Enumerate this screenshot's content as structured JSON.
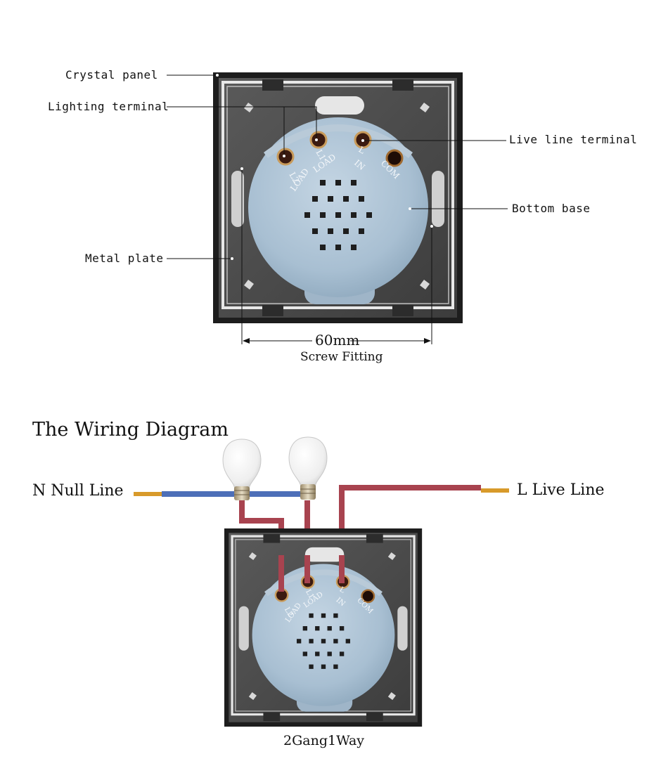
{
  "callouts": {
    "crystal_panel": "Crystal panel",
    "lighting_terminal": "Lighting terminal",
    "live_line_terminal": "Live line terminal",
    "bottom_base": "Bottom base",
    "metal_plate": "Metal plate"
  },
  "dimension": {
    "value": "60mm",
    "caption": "Screw Fitting"
  },
  "terminal_labels": {
    "l2": "L2",
    "l1": "L1",
    "load": "LOAD",
    "l": "L",
    "in": "IN",
    "com": "COM"
  },
  "wiring": {
    "title": "The Wiring Diagram",
    "null_line": "N Null Line",
    "live_line": "L Live Line",
    "caption": "2Gang1Way"
  },
  "colors": {
    "panel_frame": "#1d1d1d",
    "inner_plate": "#4a4a4a",
    "metal_plate_edge": "#e8e8e8",
    "base": "#aec4d6",
    "terminal": "#3a1a10",
    "neutral_wire": "#4d6fb8",
    "live_wire": "#a8434f",
    "copper_tip": "#d89a2a"
  }
}
